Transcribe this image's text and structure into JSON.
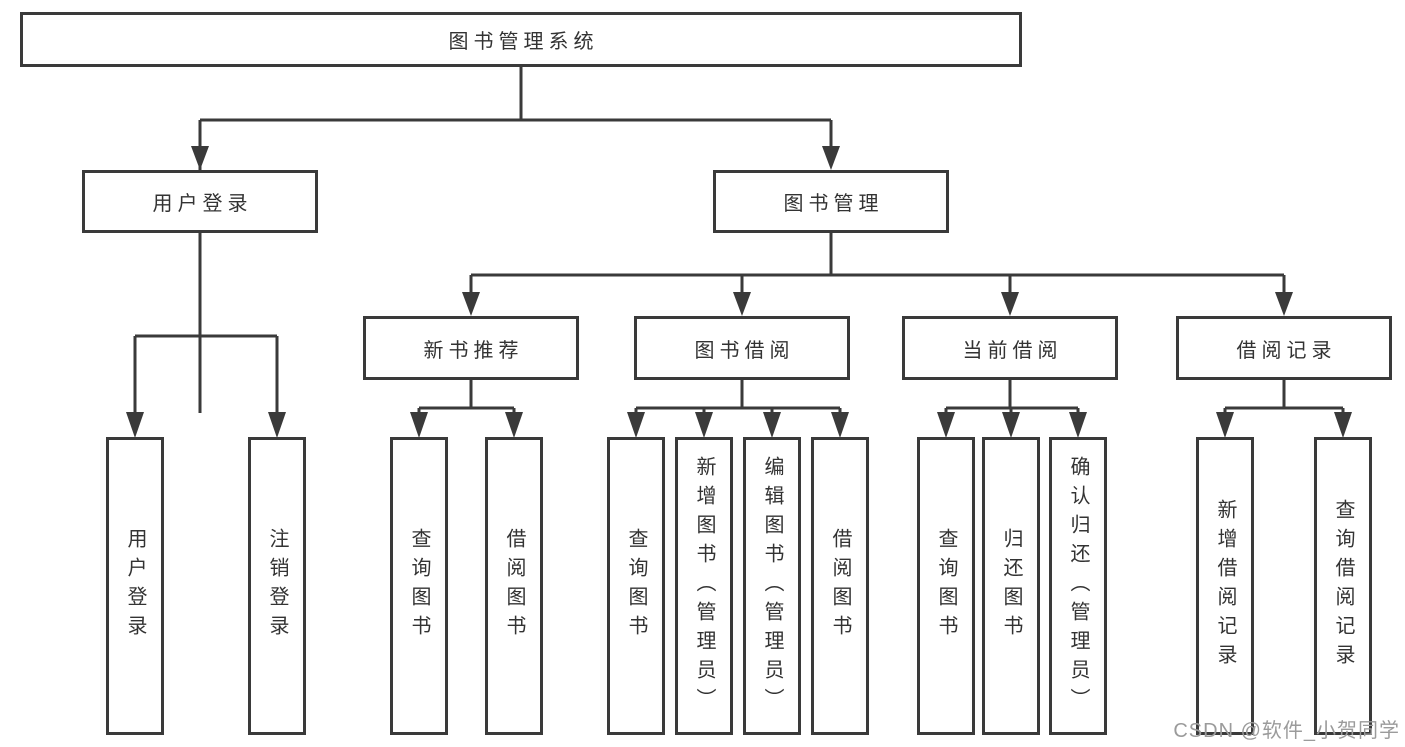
{
  "colors": {
    "line": "#3a3a3a",
    "box_border": "#3a3a3a",
    "text": "#333333",
    "background": "#ffffff",
    "watermark_color": "#9b9b9b"
  },
  "tree": {
    "root": {
      "label": "图书管理系统",
      "children": [
        {
          "label": "用户登录",
          "children": [
            {
              "label": "用户登录"
            },
            {
              "label": "注销登录"
            }
          ]
        },
        {
          "label": "图书管理",
          "children": [
            {
              "label": "新书推荐",
              "children": [
                {
                  "label": "查询图书"
                },
                {
                  "label": "借阅图书"
                }
              ]
            },
            {
              "label": "图书借阅",
              "children": [
                {
                  "label": "查询图书"
                },
                {
                  "label": "新增图书（管理员）"
                },
                {
                  "label": "编辑图书（管理员）"
                },
                {
                  "label": "借阅图书"
                }
              ]
            },
            {
              "label": "当前借阅",
              "children": [
                {
                  "label": "查询图书"
                },
                {
                  "label": "归还图书"
                },
                {
                  "label": "确认归还（管理员）"
                }
              ]
            },
            {
              "label": "借阅记录",
              "children": [
                {
                  "label": "新增借阅记录"
                },
                {
                  "label": "查询借阅记录"
                }
              ]
            }
          ]
        }
      ]
    }
  },
  "watermark": {
    "text": "CSDN @软件_小贺同学"
  }
}
